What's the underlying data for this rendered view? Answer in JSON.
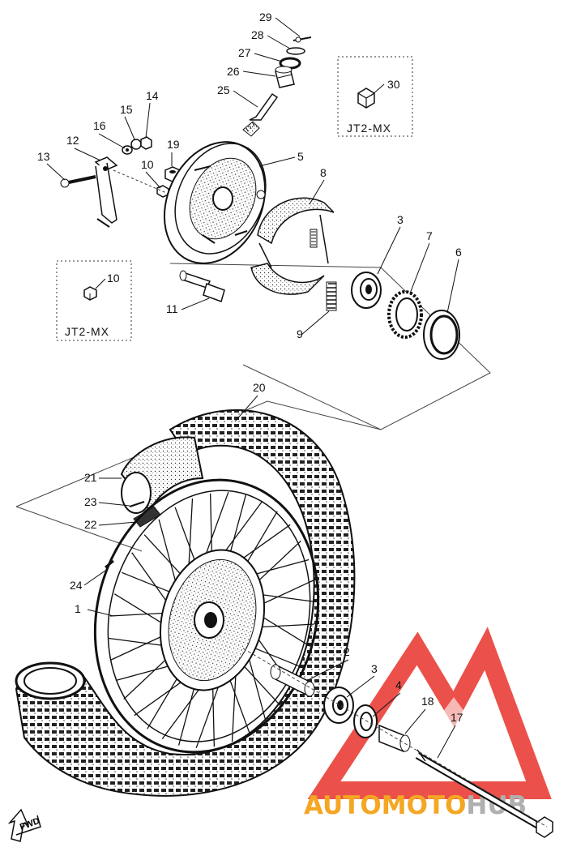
{
  "callouts": [
    {
      "id": "29",
      "text": "29"
    },
    {
      "id": "28",
      "text": "28"
    },
    {
      "id": "27",
      "text": "27"
    },
    {
      "id": "26",
      "text": "26"
    },
    {
      "id": "25",
      "text": "25"
    },
    {
      "id": "30",
      "text": "30"
    },
    {
      "id": "14",
      "text": "14"
    },
    {
      "id": "15",
      "text": "15"
    },
    {
      "id": "16",
      "text": "16"
    },
    {
      "id": "12",
      "text": "12"
    },
    {
      "id": "13",
      "text": "13"
    },
    {
      "id": "19",
      "text": "19"
    },
    {
      "id": "10a",
      "text": "10"
    },
    {
      "id": "5",
      "text": "5"
    },
    {
      "id": "8",
      "text": "8"
    },
    {
      "id": "3a",
      "text": "3"
    },
    {
      "id": "7",
      "text": "7"
    },
    {
      "id": "6",
      "text": "6"
    },
    {
      "id": "10b",
      "text": "10"
    },
    {
      "id": "11",
      "text": "11"
    },
    {
      "id": "9",
      "text": "9"
    },
    {
      "id": "20",
      "text": "20"
    },
    {
      "id": "21",
      "text": "21"
    },
    {
      "id": "23",
      "text": "23"
    },
    {
      "id": "22",
      "text": "22"
    },
    {
      "id": "24",
      "text": "24"
    },
    {
      "id": "1",
      "text": "1"
    },
    {
      "id": "2",
      "text": "2"
    },
    {
      "id": "3b",
      "text": "3"
    },
    {
      "id": "4",
      "text": "4"
    },
    {
      "id": "18",
      "text": "18"
    },
    {
      "id": "17",
      "text": "17"
    }
  ],
  "variant_boxes": [
    {
      "id": "box-top",
      "text": "JT2-MX"
    },
    {
      "id": "box-left",
      "text": "JT2-MX"
    }
  ],
  "direction_arrow": {
    "text": "FWD"
  },
  "watermark": {
    "part1": "AUTO",
    "part2": "MOTO",
    "part3": "HUB",
    "color_red": "#e8332a",
    "color_orange": "#f5a623",
    "color_gray": "#b0b0b0"
  }
}
